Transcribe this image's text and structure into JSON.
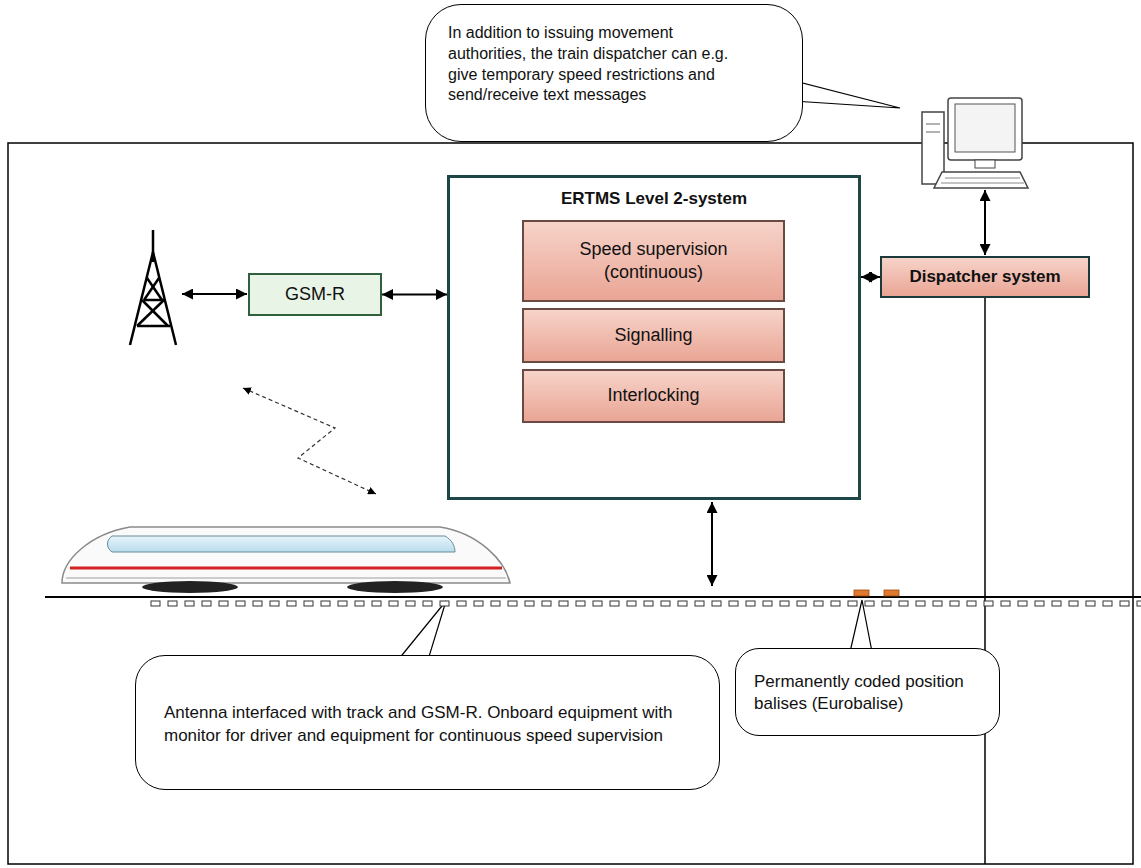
{
  "diagram": {
    "nodes": [
      {
        "text": [
          "In addition to issuing movement authorities, the train dispatcher can e.g. give temporary speed restrictions and send/receive text messages"
        ]
      },
      {
        "text": [
          "GSM-R"
        ]
      },
      {
        "text": [
          "ERTMS Level 2-system"
        ]
      },
      {
        "text": [
          "Speed supervision (continuous)"
        ],
        "in": 2
      },
      {
        "text": [
          "Signalling"
        ],
        "in": 2
      },
      {
        "text": [
          "Interlocking"
        ],
        "in": 2
      },
      {
        "text": [
          "Dispatcher system"
        ]
      },
      {
        "text": [
          "Antenna interfaced with track and GSM-R. Onboard equipment with monitor for driver and equipment for continuous speed supervision"
        ]
      },
      {
        "text": [
          "Permanently coded position balises (Eurobalise)"
        ]
      }
    ],
    "edges": [
      {
        "from": 1,
        "to": 2,
        "arrow": "both"
      },
      {
        "from": 2,
        "to": 6,
        "arrow": "both"
      }
    ]
  }
}
